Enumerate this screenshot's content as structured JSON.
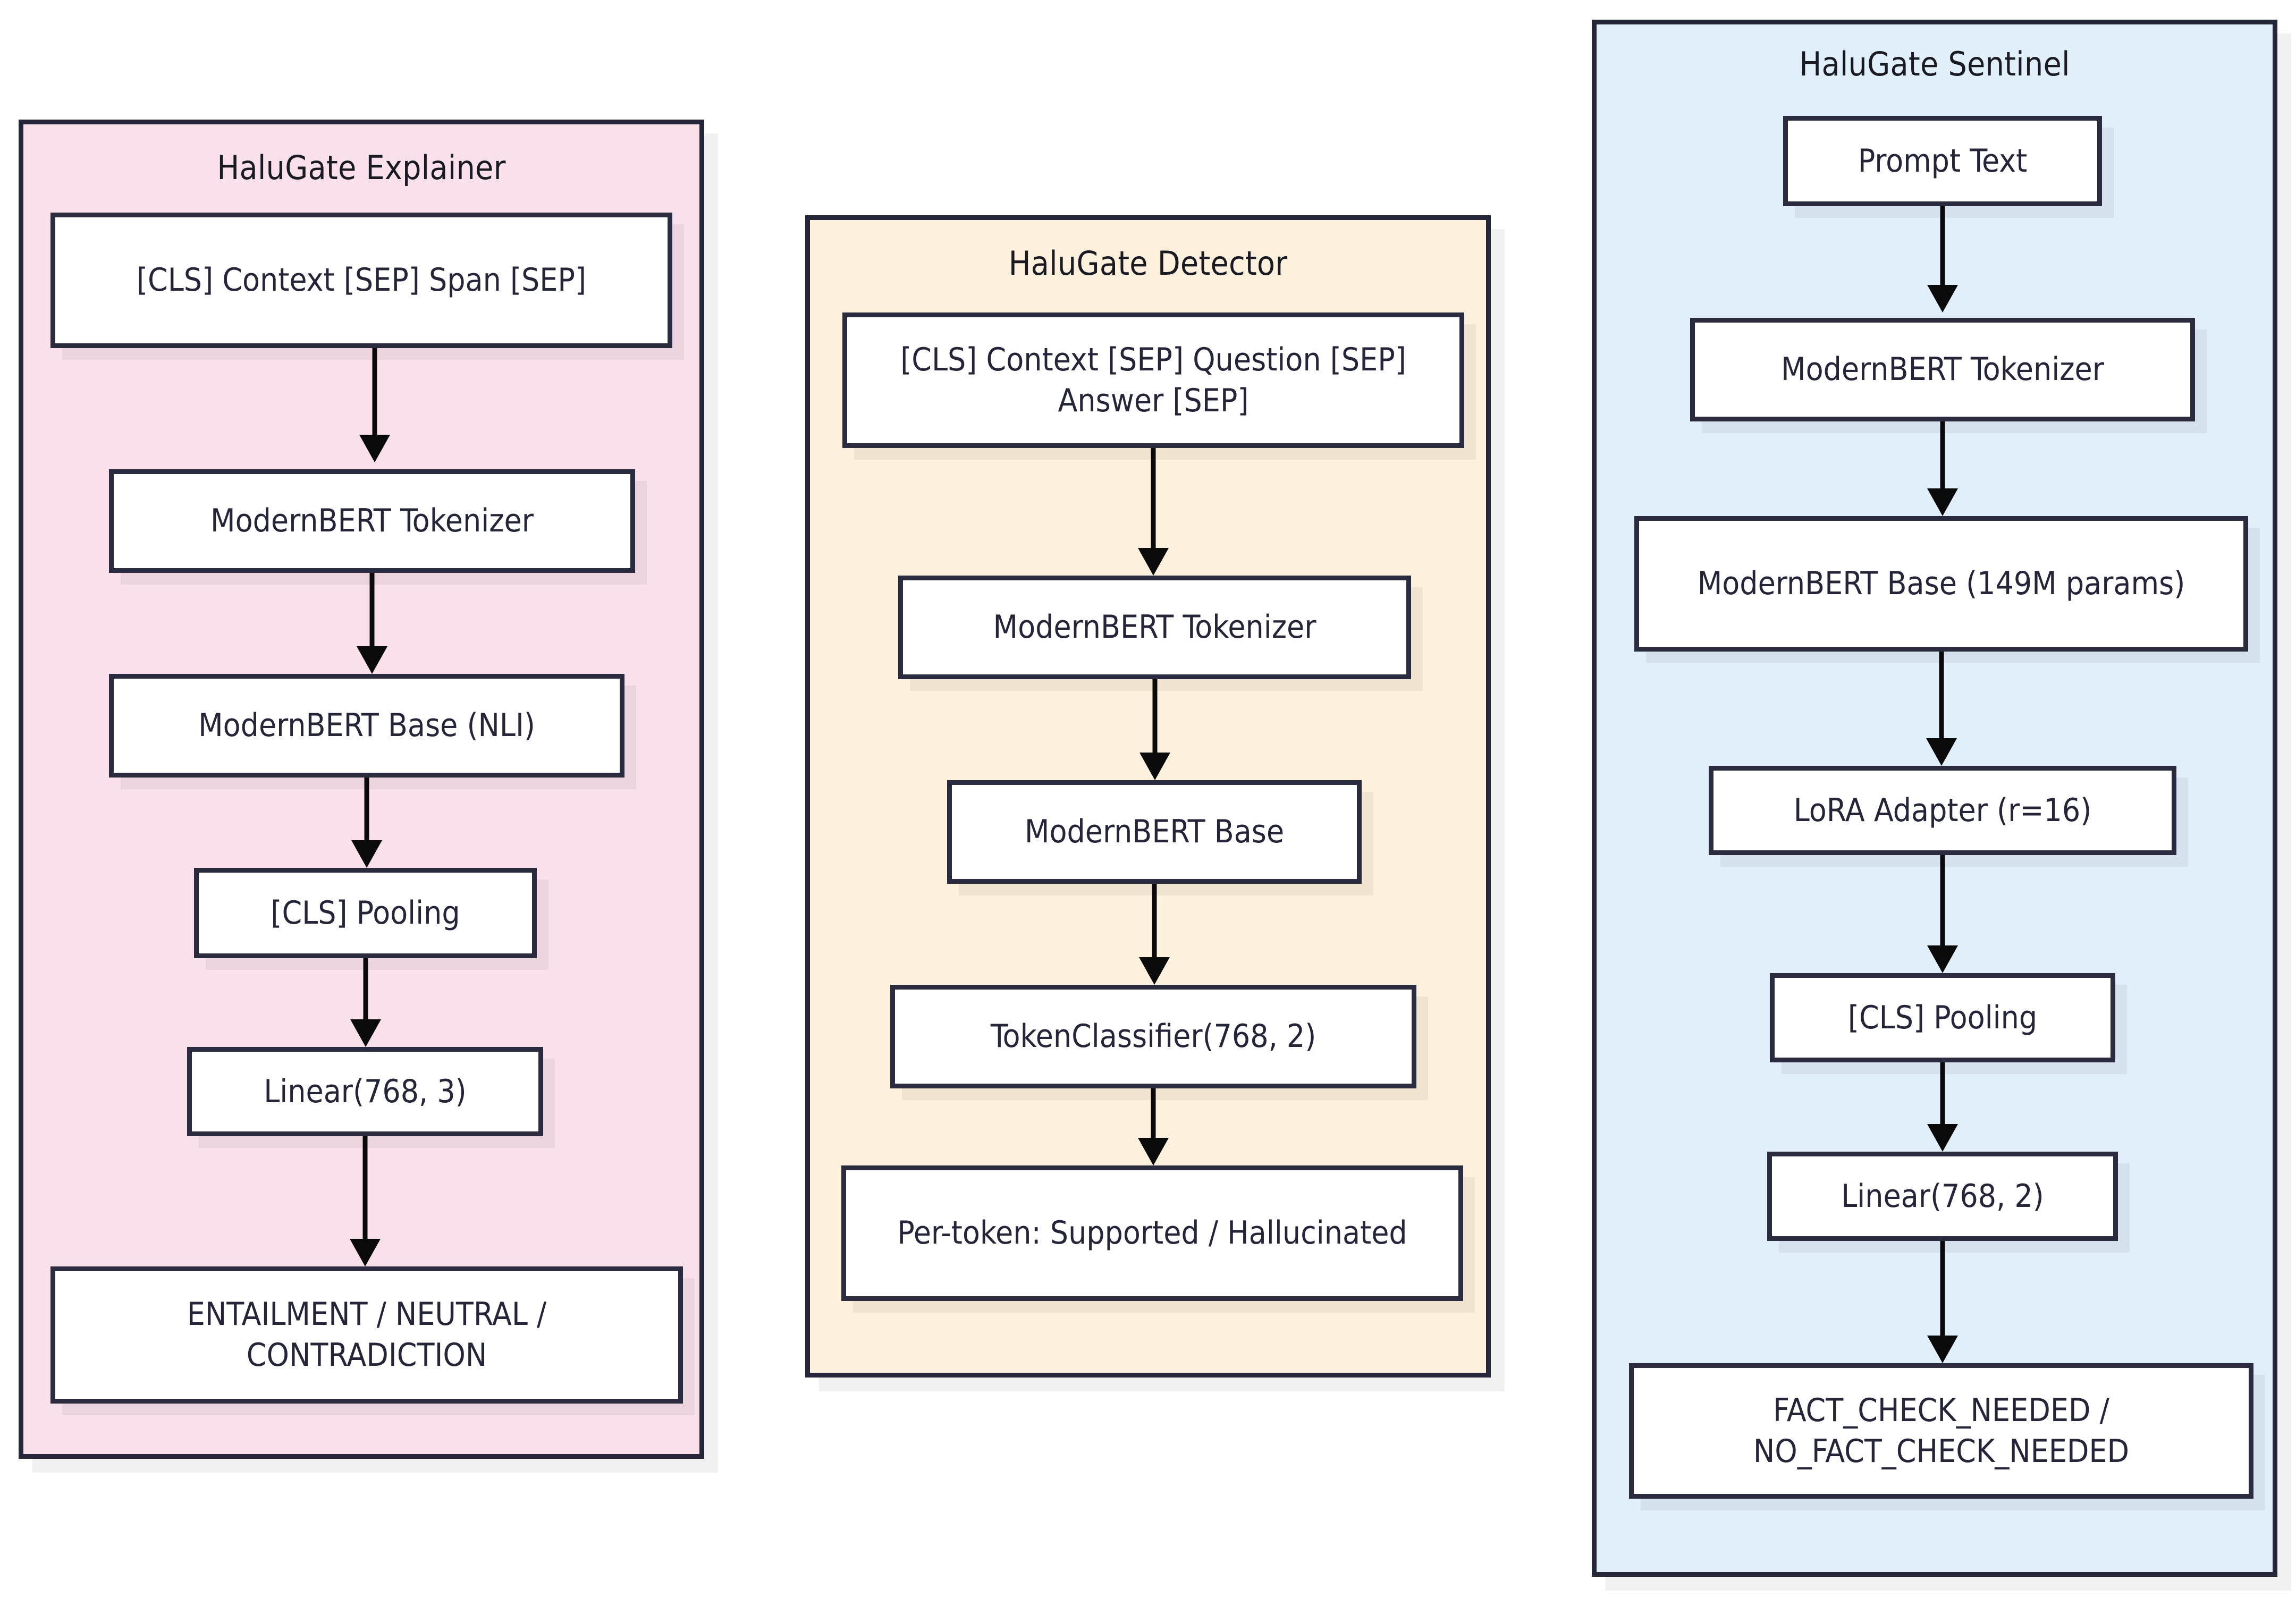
{
  "diagram": {
    "type": "flowchart",
    "title": "HaluGate model architectures",
    "background": "#ffffff",
    "node_border_color": "#2b2b40",
    "node_fill_color": "#ffffff",
    "arrow_color": "#0a0a0a"
  },
  "clusters": [
    {
      "id": "explainer",
      "title": "HaluGate Explainer",
      "fill": "#f9e0ea",
      "border": "#262639",
      "nodes": [
        {
          "id": "exp-input",
          "label": "[CLS] Context [SEP] Span [SEP]"
        },
        {
          "id": "exp-tokenizer",
          "label": "ModernBERT Tokenizer"
        },
        {
          "id": "exp-base",
          "label": "ModernBERT Base (NLI)"
        },
        {
          "id": "exp-pooling",
          "label": "[CLS] Pooling"
        },
        {
          "id": "exp-linear",
          "label": "Linear(768, 3)"
        },
        {
          "id": "exp-output",
          "label": "ENTAILMENT / NEUTRAL / CONTRADICTION"
        }
      ],
      "edges": [
        {
          "from": "exp-input",
          "to": "exp-tokenizer"
        },
        {
          "from": "exp-tokenizer",
          "to": "exp-base"
        },
        {
          "from": "exp-base",
          "to": "exp-pooling"
        },
        {
          "from": "exp-pooling",
          "to": "exp-linear"
        },
        {
          "from": "exp-linear",
          "to": "exp-output"
        }
      ]
    },
    {
      "id": "detector",
      "title": "HaluGate Detector",
      "fill": "#fdf0dc",
      "border": "#262639",
      "nodes": [
        {
          "id": "det-input",
          "label": "[CLS] Context [SEP] Question [SEP] Answer [SEP]"
        },
        {
          "id": "det-tokenizer",
          "label": "ModernBERT Tokenizer"
        },
        {
          "id": "det-base",
          "label": "ModernBERT Base"
        },
        {
          "id": "det-classifier",
          "label": "TokenClassifier(768, 2)"
        },
        {
          "id": "det-output",
          "label": "Per-token: Supported / Hallucinated"
        }
      ],
      "edges": [
        {
          "from": "det-input",
          "to": "det-tokenizer"
        },
        {
          "from": "det-tokenizer",
          "to": "det-base"
        },
        {
          "from": "det-base",
          "to": "det-classifier"
        },
        {
          "from": "det-classifier",
          "to": "det-output"
        }
      ]
    },
    {
      "id": "sentinel",
      "title": "HaluGate Sentinel",
      "fill": "#e1effb",
      "border": "#262639",
      "nodes": [
        {
          "id": "sen-prompt",
          "label": "Prompt Text"
        },
        {
          "id": "sen-tokenizer",
          "label": "ModernBERT Tokenizer"
        },
        {
          "id": "sen-base",
          "label": "ModernBERT Base (149M params)"
        },
        {
          "id": "sen-lora",
          "label": "LoRA Adapter (r=16)"
        },
        {
          "id": "sen-pooling",
          "label": "[CLS] Pooling"
        },
        {
          "id": "sen-linear",
          "label": "Linear(768, 2)"
        },
        {
          "id": "sen-output",
          "label": "FACT_CHECK_NEEDED / NO_FACT_CHECK_NEEDED"
        }
      ],
      "edges": [
        {
          "from": "sen-prompt",
          "to": "sen-tokenizer"
        },
        {
          "from": "sen-tokenizer",
          "to": "sen-base"
        },
        {
          "from": "sen-base",
          "to": "sen-lora"
        },
        {
          "from": "sen-lora",
          "to": "sen-pooling"
        },
        {
          "from": "sen-pooling",
          "to": "sen-linear"
        },
        {
          "from": "sen-linear",
          "to": "sen-output"
        }
      ]
    }
  ]
}
